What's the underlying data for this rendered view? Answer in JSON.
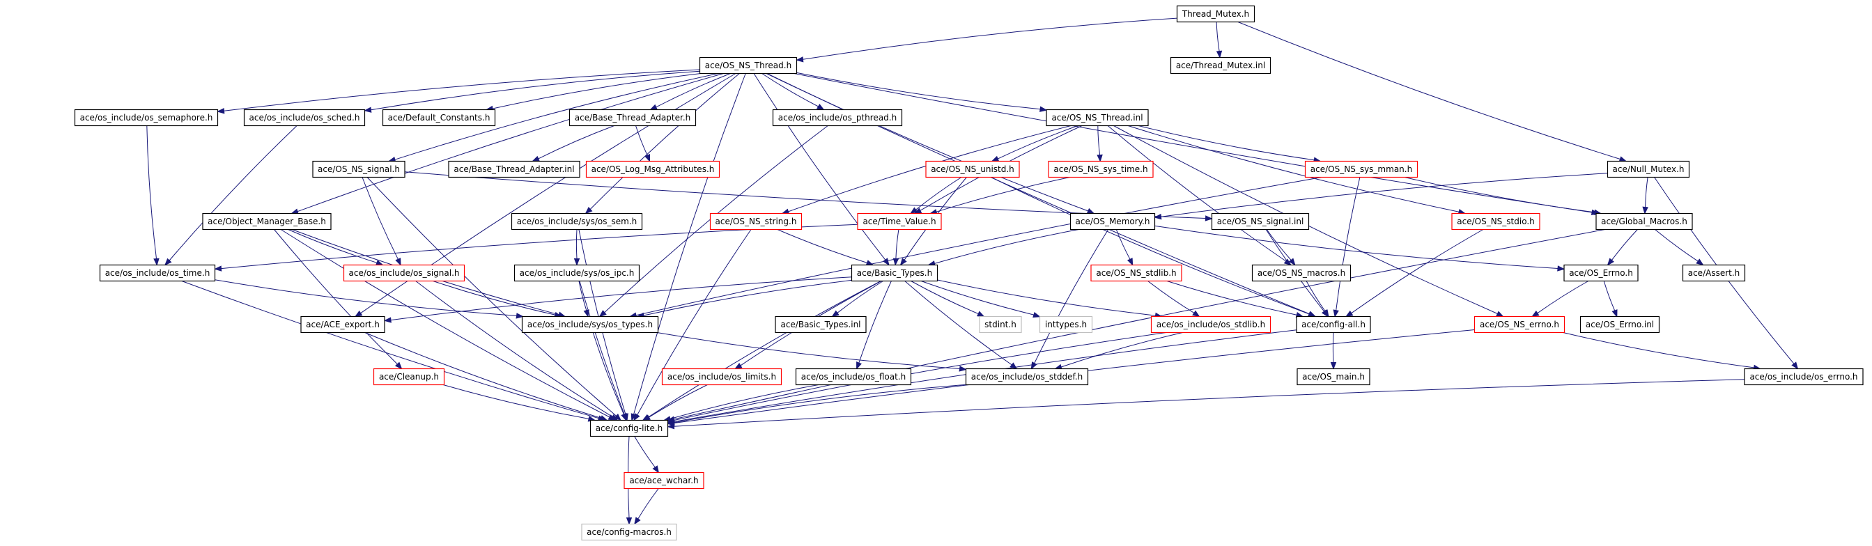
{
  "colors": {
    "edge": "#19197a",
    "node_border_default": "#000000",
    "node_border_truncated": "#ff0000",
    "node_border_missing": "#bfbfbf",
    "node_fill_root": "#bfbfbf",
    "node_fill": "#ffffff"
  },
  "diagram": {
    "type": "include-dependency-graph",
    "nodes": [
      {
        "id": "thread_mutex_h",
        "label": "Thread_Mutex.h",
        "style": "root"
      },
      {
        "id": "os_ns_thread_h",
        "label": "ace/OS_NS_Thread.h",
        "style": "default"
      },
      {
        "id": "thread_mutex_inl",
        "label": "ace/Thread_Mutex.inl",
        "style": "default"
      },
      {
        "id": "null_mutex_h",
        "label": "ace/Null_Mutex.h",
        "style": "default"
      },
      {
        "id": "os_semaphore_h",
        "label": "ace/os_include/os_semaphore.h",
        "style": "default"
      },
      {
        "id": "os_sched_h",
        "label": "ace/os_include/os_sched.h",
        "style": "default"
      },
      {
        "id": "default_constants_h",
        "label": "ace/Default_Constants.h",
        "style": "default"
      },
      {
        "id": "base_thread_adapter_h",
        "label": "ace/Base_Thread_Adapter.h",
        "style": "default"
      },
      {
        "id": "os_pthread_h",
        "label": "ace/os_include/os_pthread.h",
        "style": "default"
      },
      {
        "id": "os_ns_thread_inl",
        "label": "ace/OS_NS_Thread.inl",
        "style": "default"
      },
      {
        "id": "os_ns_signal_h",
        "label": "ace/OS_NS_signal.h",
        "style": "default"
      },
      {
        "id": "base_thread_adapter_inl",
        "label": "ace/Base_Thread_Adapter.inl",
        "style": "default"
      },
      {
        "id": "os_log_msg_attributes_h",
        "label": "ace/OS_Log_Msg_Attributes.h",
        "style": "truncated"
      },
      {
        "id": "os_ns_unistd_h",
        "label": "ace/OS_NS_unistd.h",
        "style": "truncated"
      },
      {
        "id": "os_ns_sys_time_h",
        "label": "ace/OS_NS_sys_time.h",
        "style": "truncated"
      },
      {
        "id": "os_ns_sys_mman_h",
        "label": "ace/OS_NS_sys_mman.h",
        "style": "truncated"
      },
      {
        "id": "object_manager_base_h",
        "label": "ace/Object_Manager_Base.h",
        "style": "default"
      },
      {
        "id": "os_sem_h",
        "label": "ace/os_include/sys/os_sem.h",
        "style": "default"
      },
      {
        "id": "os_ns_string_h",
        "label": "ace/OS_NS_string.h",
        "style": "truncated"
      },
      {
        "id": "time_value_h",
        "label": "ace/Time_Value.h",
        "style": "truncated"
      },
      {
        "id": "os_memory_h",
        "label": "ace/OS_Memory.h",
        "style": "default"
      },
      {
        "id": "os_ns_signal_inl",
        "label": "ace/OS_NS_signal.inl",
        "style": "default"
      },
      {
        "id": "os_ns_stdio_h",
        "label": "ace/OS_NS_stdio.h",
        "style": "truncated"
      },
      {
        "id": "global_macros_h",
        "label": "ace/Global_Macros.h",
        "style": "default"
      },
      {
        "id": "os_time_h",
        "label": "ace/os_include/os_time.h",
        "style": "default"
      },
      {
        "id": "os_signal_h",
        "label": "ace/os_include/os_signal.h",
        "style": "truncated"
      },
      {
        "id": "os_ipc_h",
        "label": "ace/os_include/sys/os_ipc.h",
        "style": "default"
      },
      {
        "id": "basic_types_h",
        "label": "ace/Basic_Types.h",
        "style": "default"
      },
      {
        "id": "os_ns_stdlib_h",
        "label": "ace/OS_NS_stdlib.h",
        "style": "truncated"
      },
      {
        "id": "os_ns_macros_h",
        "label": "ace/OS_NS_macros.h",
        "style": "default"
      },
      {
        "id": "os_errno_ace_h",
        "label": "ace/OS_Errno.h",
        "style": "default"
      },
      {
        "id": "assert_h",
        "label": "ace/Assert.h",
        "style": "default"
      },
      {
        "id": "ace_export_h",
        "label": "ace/ACE_export.h",
        "style": "default"
      },
      {
        "id": "os_types_h",
        "label": "ace/os_include/sys/os_types.h",
        "style": "default"
      },
      {
        "id": "basic_types_inl",
        "label": "ace/Basic_Types.inl",
        "style": "default"
      },
      {
        "id": "stdint_h",
        "label": "stdint.h",
        "style": "missing"
      },
      {
        "id": "inttypes_h",
        "label": "inttypes.h",
        "style": "missing"
      },
      {
        "id": "os_stdlib_h",
        "label": "ace/os_include/os_stdlib.h",
        "style": "truncated"
      },
      {
        "id": "config_all_h",
        "label": "ace/config-all.h",
        "style": "default"
      },
      {
        "id": "os_ns_errno_h",
        "label": "ace/OS_NS_errno.h",
        "style": "truncated"
      },
      {
        "id": "os_errno_inl",
        "label": "ace/OS_Errno.inl",
        "style": "default"
      },
      {
        "id": "cleanup_h",
        "label": "ace/Cleanup.h",
        "style": "truncated"
      },
      {
        "id": "os_limits_h",
        "label": "ace/os_include/os_limits.h",
        "style": "truncated"
      },
      {
        "id": "os_float_h",
        "label": "ace/os_include/os_float.h",
        "style": "default"
      },
      {
        "id": "os_stddef_h",
        "label": "ace/os_include/os_stddef.h",
        "style": "default"
      },
      {
        "id": "os_main_h",
        "label": "ace/OS_main.h",
        "style": "default"
      },
      {
        "id": "os_include_errno_h",
        "label": "ace/os_include/os_errno.h",
        "style": "default"
      },
      {
        "id": "config_lite_h",
        "label": "ace/config-lite.h",
        "style": "default"
      },
      {
        "id": "ace_wchar_h",
        "label": "ace/ace_wchar.h",
        "style": "truncated"
      },
      {
        "id": "config_macros_h",
        "label": "ace/config-macros.h",
        "style": "missing"
      }
    ],
    "edges": [
      [
        "thread_mutex_h",
        "os_ns_thread_h"
      ],
      [
        "thread_mutex_h",
        "thread_mutex_inl"
      ],
      [
        "thread_mutex_h",
        "null_mutex_h"
      ],
      [
        "os_ns_thread_h",
        "os_semaphore_h"
      ],
      [
        "os_ns_thread_h",
        "os_sched_h"
      ],
      [
        "os_ns_thread_h",
        "default_constants_h"
      ],
      [
        "os_ns_thread_h",
        "base_thread_adapter_h"
      ],
      [
        "os_ns_thread_h",
        "os_pthread_h"
      ],
      [
        "os_ns_thread_h",
        "os_ns_thread_inl"
      ],
      [
        "os_ns_thread_h",
        "os_ns_signal_h"
      ],
      [
        "os_ns_thread_h",
        "object_manager_base_h"
      ],
      [
        "os_ns_thread_h",
        "os_sem_h"
      ],
      [
        "os_ns_thread_h",
        "os_memory_h"
      ],
      [
        "os_ns_thread_h",
        "basic_types_h"
      ],
      [
        "os_ns_thread_h",
        "global_macros_h"
      ],
      [
        "os_ns_thread_h",
        "ace_export_h"
      ],
      [
        "os_ns_thread_h",
        "config_all_h"
      ],
      [
        "os_ns_thread_h",
        "config_lite_h"
      ],
      [
        "null_mutex_h",
        "os_memory_h"
      ],
      [
        "null_mutex_h",
        "global_macros_h"
      ],
      [
        "null_mutex_h",
        "os_include_errno_h"
      ],
      [
        "os_semaphore_h",
        "os_time_h"
      ],
      [
        "os_sched_h",
        "os_time_h"
      ],
      [
        "base_thread_adapter_h",
        "base_thread_adapter_inl"
      ],
      [
        "base_thread_adapter_h",
        "os_log_msg_attributes_h"
      ],
      [
        "os_pthread_h",
        "os_types_h"
      ],
      [
        "os_ns_thread_inl",
        "os_ns_unistd_h"
      ],
      [
        "os_ns_thread_inl",
        "os_ns_sys_time_h"
      ],
      [
        "os_ns_thread_inl",
        "os_ns_sys_mman_h"
      ],
      [
        "os_ns_thread_inl",
        "os_ns_string_h"
      ],
      [
        "os_ns_thread_inl",
        "time_value_h"
      ],
      [
        "os_ns_thread_inl",
        "os_ns_stdio_h"
      ],
      [
        "os_ns_thread_inl",
        "os_ns_macros_h"
      ],
      [
        "os_ns_thread_inl",
        "os_ns_errno_h"
      ],
      [
        "os_ns_signal_h",
        "os_signal_h"
      ],
      [
        "os_ns_signal_h",
        "os_ns_signal_inl"
      ],
      [
        "os_ns_signal_h",
        "config_lite_h"
      ],
      [
        "os_ns_unistd_h",
        "time_value_h"
      ],
      [
        "os_ns_unistd_h",
        "basic_types_h"
      ],
      [
        "os_ns_unistd_h",
        "config_all_h"
      ],
      [
        "os_ns_sys_time_h",
        "time_value_h"
      ],
      [
        "os_ns_sys_mman_h",
        "os_types_h"
      ],
      [
        "os_ns_sys_mman_h",
        "global_macros_h"
      ],
      [
        "os_ns_sys_mman_h",
        "config_all_h"
      ],
      [
        "object_manager_base_h",
        "os_signal_h"
      ],
      [
        "object_manager_base_h",
        "os_types_h"
      ],
      [
        "object_manager_base_h",
        "cleanup_h"
      ],
      [
        "object_manager_base_h",
        "config_lite_h"
      ],
      [
        "os_sem_h",
        "os_ipc_h"
      ],
      [
        "os_sem_h",
        "config_lite_h"
      ],
      [
        "os_ns_string_h",
        "basic_types_h"
      ],
      [
        "os_ns_string_h",
        "config_lite_h"
      ],
      [
        "time_value_h",
        "basic_types_h"
      ],
      [
        "time_value_h",
        "os_time_h"
      ],
      [
        "os_memory_h",
        "basic_types_h"
      ],
      [
        "os_memory_h",
        "os_ns_stdlib_h"
      ],
      [
        "os_memory_h",
        "os_errno_ace_h"
      ],
      [
        "os_memory_h",
        "os_stddef_h"
      ],
      [
        "os_ns_signal_inl",
        "os_ns_macros_h"
      ],
      [
        "os_ns_signal_inl",
        "config_all_h"
      ],
      [
        "os_ns_stdio_h",
        "config_all_h"
      ],
      [
        "global_macros_h",
        "os_errno_ace_h"
      ],
      [
        "global_macros_h",
        "assert_h"
      ],
      [
        "global_macros_h",
        "config_lite_h"
      ],
      [
        "os_time_h",
        "os_types_h"
      ],
      [
        "os_time_h",
        "config_lite_h"
      ],
      [
        "os_signal_h",
        "os_types_h"
      ],
      [
        "os_signal_h",
        "config_lite_h"
      ],
      [
        "os_ipc_h",
        "os_types_h"
      ],
      [
        "os_ipc_h",
        "config_lite_h"
      ],
      [
        "basic_types_h",
        "ace_export_h"
      ],
      [
        "basic_types_h",
        "os_types_h"
      ],
      [
        "basic_types_h",
        "basic_types_inl"
      ],
      [
        "basic_types_h",
        "stdint_h"
      ],
      [
        "basic_types_h",
        "inttypes_h"
      ],
      [
        "basic_types_h",
        "os_stdlib_h"
      ],
      [
        "basic_types_h",
        "os_limits_h"
      ],
      [
        "basic_types_h",
        "os_float_h"
      ],
      [
        "basic_types_h",
        "os_stddef_h"
      ],
      [
        "basic_types_h",
        "config_lite_h"
      ],
      [
        "os_ns_stdlib_h",
        "os_stdlib_h"
      ],
      [
        "os_ns_stdlib_h",
        "config_all_h"
      ],
      [
        "os_ns_macros_h",
        "config_all_h"
      ],
      [
        "os_errno_ace_h",
        "os_ns_errno_h"
      ],
      [
        "os_errno_ace_h",
        "os_errno_inl"
      ],
      [
        "ace_export_h",
        "config_lite_h"
      ],
      [
        "os_types_h",
        "os_stddef_h"
      ],
      [
        "os_types_h",
        "config_lite_h"
      ],
      [
        "os_stdlib_h",
        "os_stddef_h"
      ],
      [
        "os_stdlib_h",
        "config_lite_h"
      ],
      [
        "config_all_h",
        "os_main_h"
      ],
      [
        "config_all_h",
        "config_lite_h"
      ],
      [
        "os_ns_errno_h",
        "os_include_errno_h"
      ],
      [
        "os_ns_errno_h",
        "config_lite_h"
      ],
      [
        "cleanup_h",
        "config_lite_h"
      ],
      [
        "os_limits_h",
        "config_lite_h"
      ],
      [
        "os_float_h",
        "config_lite_h"
      ],
      [
        "os_stddef_h",
        "config_lite_h"
      ],
      [
        "os_include_errno_h",
        "config_lite_h"
      ],
      [
        "config_lite_h",
        "ace_wchar_h"
      ],
      [
        "config_lite_h",
        "config_macros_h"
      ],
      [
        "ace_wchar_h",
        "config_macros_h"
      ]
    ]
  }
}
